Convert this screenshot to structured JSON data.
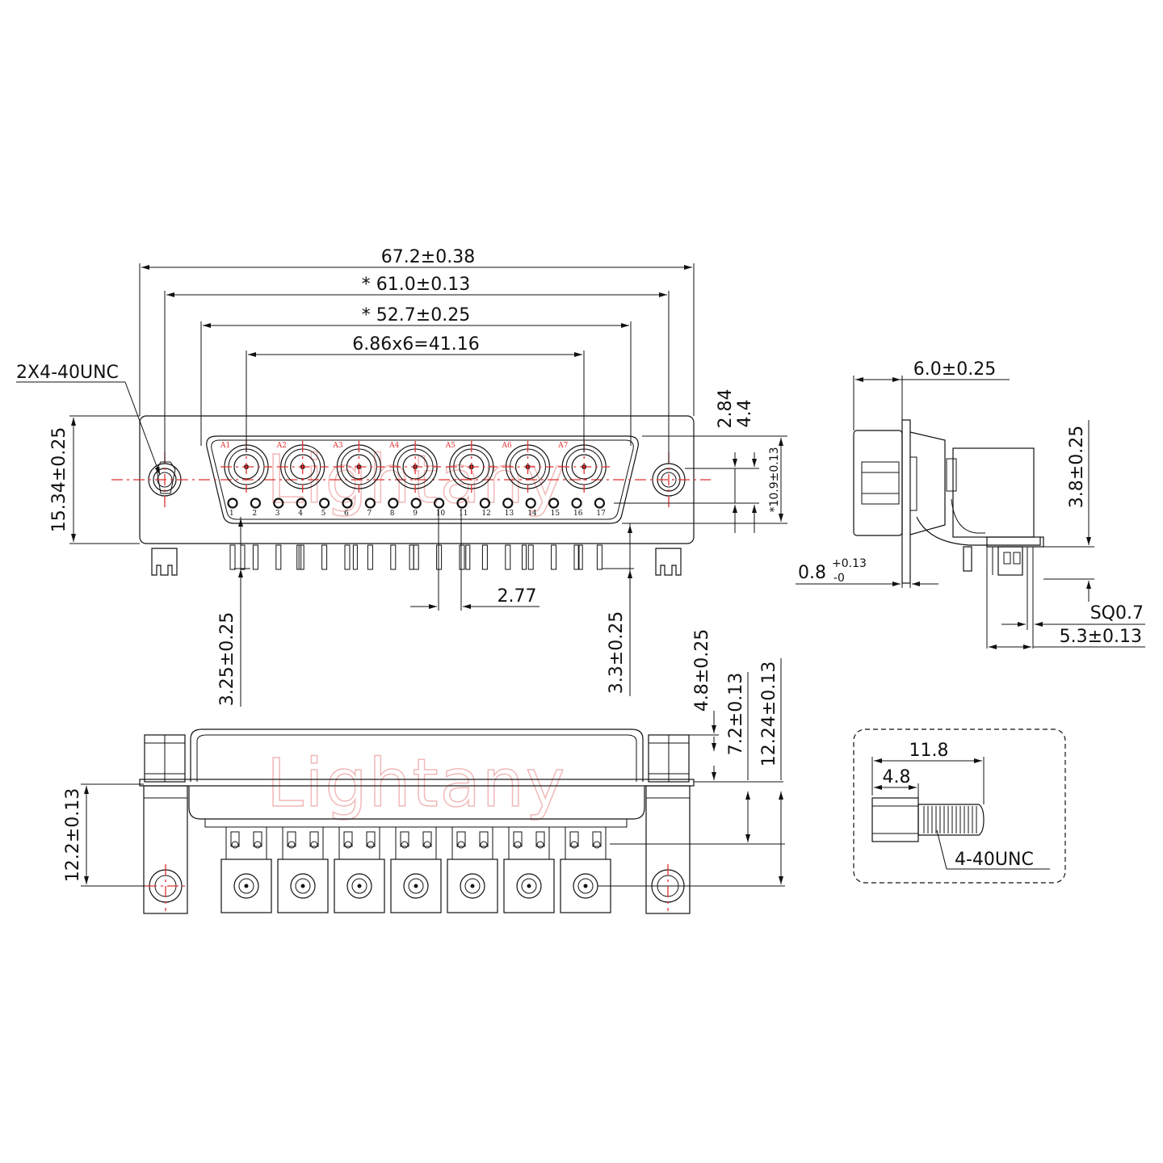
{
  "watermark": "Lightany",
  "front_view": {
    "dims": {
      "overall_width": "67.2±0.38",
      "mount_hole_spacing": "* 61.0±0.13",
      "shell_width": "* 52.7±0.25",
      "coax_pitch": "6.86x6=41.16",
      "thread_note": "2X4-40UNC",
      "height": "15.34±0.25",
      "d_284": "2.84",
      "d_44": "4.4",
      "d_109": "*10.9±0.13",
      "pin_pitch": "2.77",
      "left_offset": "3.25±0.25",
      "right_offset": "3.3±0.25"
    },
    "coax_labels": [
      "A1",
      "A2",
      "A3",
      "A4",
      "A5",
      "A6",
      "A7"
    ],
    "pin_labels": [
      "1",
      "2",
      "3",
      "4",
      "5",
      "6",
      "7",
      "8",
      "9",
      "10",
      "11",
      "12",
      "13",
      "14",
      "15",
      "16",
      "17"
    ]
  },
  "side_view": {
    "dims": {
      "flange_depth": "6.0±0.25",
      "d_38": "3.8±0.25",
      "plate_thickness_base": "0.8",
      "plate_thickness_plus": "+0.13",
      "plate_thickness_minus": "-0",
      "pin_square": "SQ0.7",
      "d_53": "5.3±0.13"
    }
  },
  "bottom_view": {
    "dims": {
      "d_48": "4.8±0.25",
      "d_72": "7.2±0.13",
      "d_1224": "12.24±0.13",
      "d_122": "12.2±0.13"
    }
  },
  "screw_detail": {
    "dims": {
      "length": "11.8",
      "hex_length": "4.8",
      "thread": "4-40UNC"
    }
  }
}
